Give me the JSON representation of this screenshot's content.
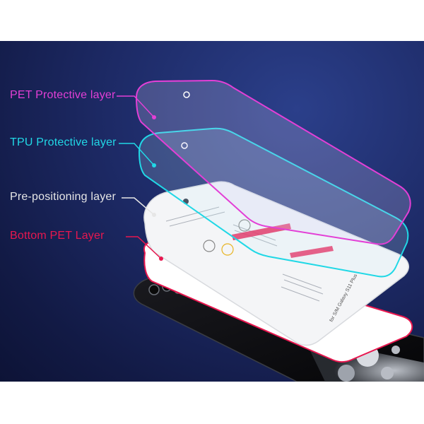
{
  "layers": [
    {
      "label": "PET Protective layer",
      "color": "#e33fd6"
    },
    {
      "label": "TPU Protective layer",
      "color": "#21d8e6"
    },
    {
      "label": "Pre-positioning layer",
      "color": "#e6e6e6"
    },
    {
      "label": "Bottom PET Layer",
      "color": "#e8174f"
    }
  ],
  "background": {
    "colors": [
      "#121a45",
      "#2b3f8a"
    ]
  },
  "phone": {
    "model_text": "for S/M Galaxy S11 Plus"
  }
}
